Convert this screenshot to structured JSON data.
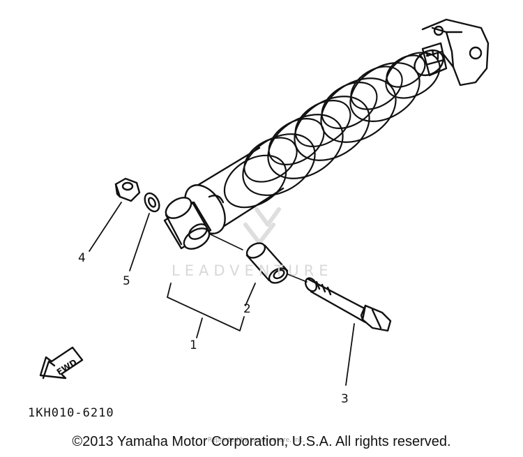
{
  "diagram": {
    "callouts": [
      "1",
      "2",
      "3",
      "4",
      "5"
    ],
    "part_code": "1KH010-6210",
    "fwd_label": "FWD",
    "watermark": "LEADVENTURE",
    "reprint_note": "Reprinted by Leadventure, Inc."
  },
  "footer": {
    "copyright": "©2013 Yamaha Motor Corporation, U.S.A. All rights reserved."
  }
}
